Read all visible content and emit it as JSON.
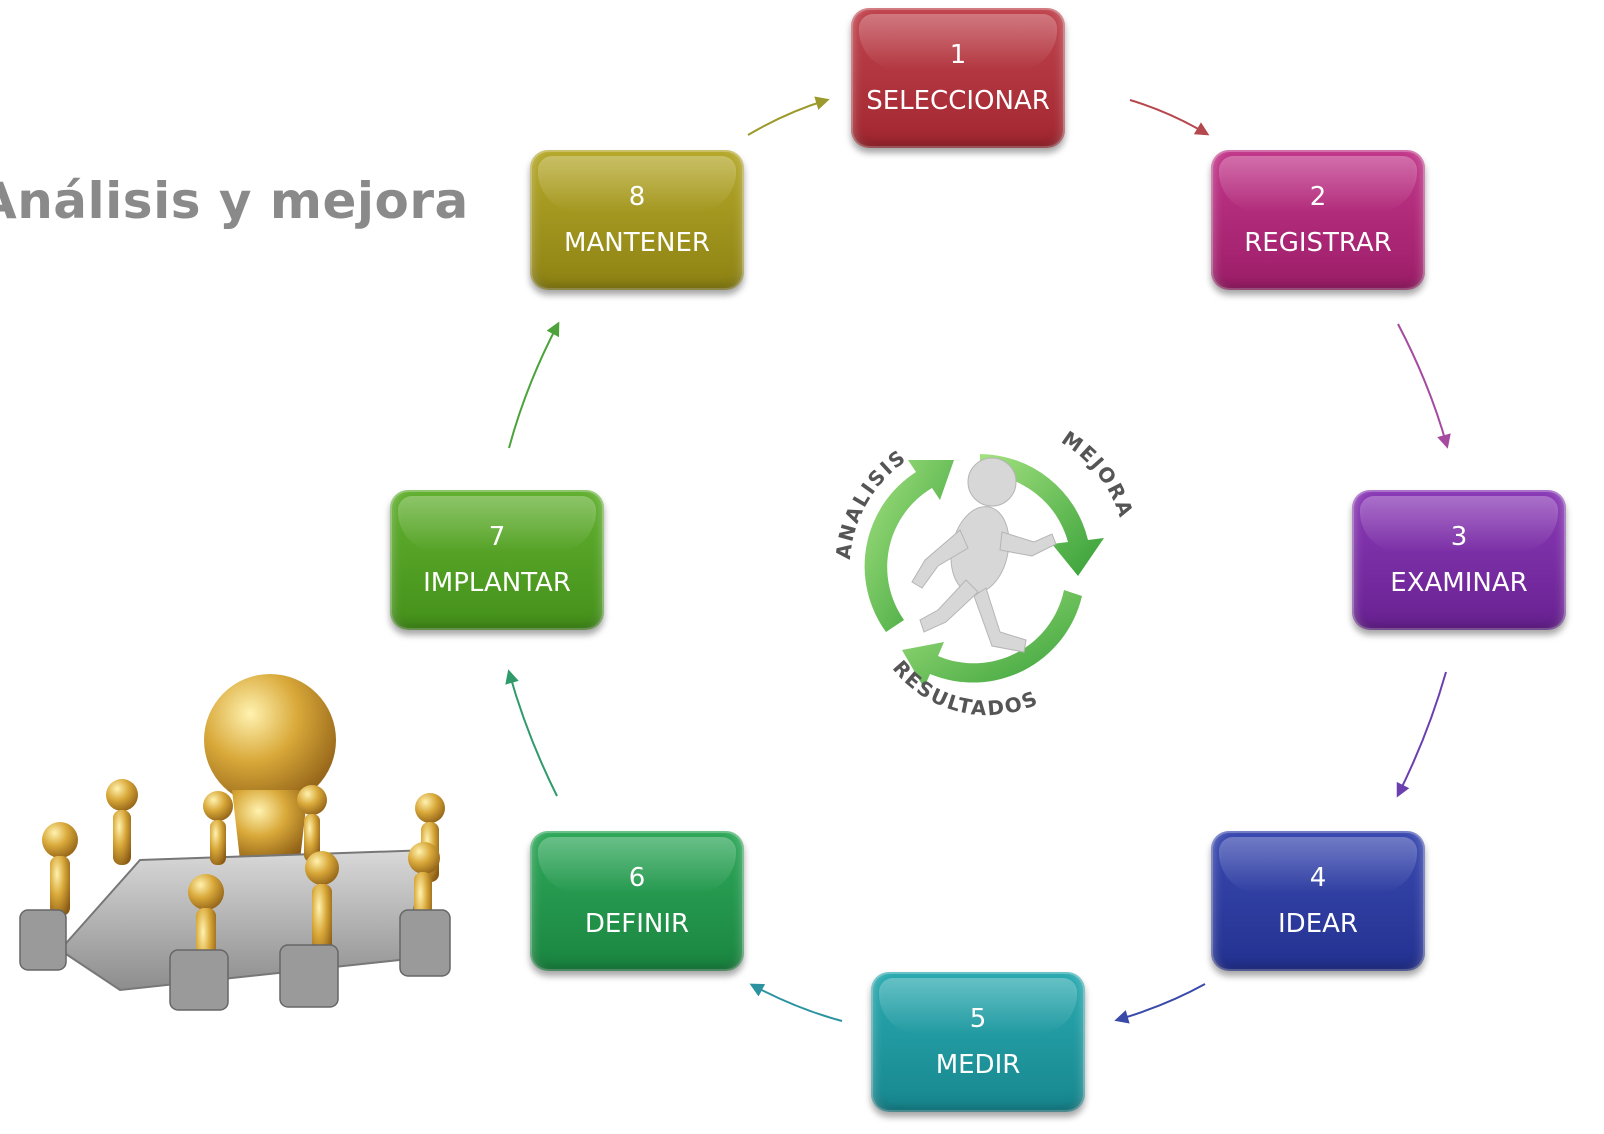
{
  "title": "Análisis y mejora",
  "steps": [
    {
      "number": "1",
      "label": "SELECCIONAR",
      "color": "#b2333c"
    },
    {
      "number": "2",
      "label": "REGISTRAR",
      "color": "#b0297b"
    },
    {
      "number": "3",
      "label": "EXAMINAR",
      "color": "#7a2ca4"
    },
    {
      "number": "4",
      "label": "IDEAR",
      "color": "#2e3ca0"
    },
    {
      "number": "5",
      "label": "MEDIR",
      "color": "#21989f"
    },
    {
      "number": "6",
      "label": "DEFINIR",
      "color": "#25974d"
    },
    {
      "number": "7",
      "label": "IMPLANTAR",
      "color": "#53a025"
    },
    {
      "number": "8",
      "label": "MANTENER",
      "color": "#a1951e"
    }
  ],
  "cycle_logo": {
    "top_left_text": "ANALISIS",
    "top_right_text": "MEJORA",
    "bottom_text": "RESULTADOS",
    "accent": "#3fae3a",
    "icon": "running-figure-icon"
  },
  "illustration": {
    "icon": "meeting-lightbulb-icon",
    "accent": "#d4a53a"
  }
}
